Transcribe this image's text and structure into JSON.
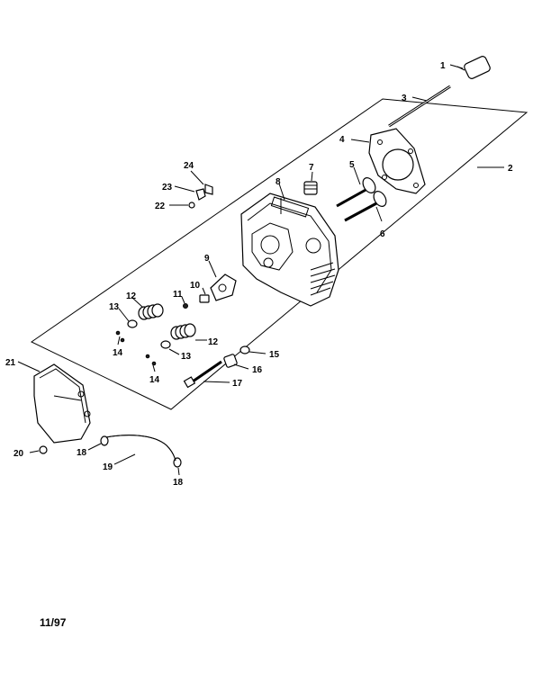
{
  "labels": {
    "p1": "1",
    "p2": "2",
    "p3": "3",
    "p4": "4",
    "p5": "5",
    "p6": "6",
    "p7": "7",
    "p8": "8",
    "p9": "9",
    "p10": "10",
    "p11": "11",
    "p12a": "12",
    "p12b": "12",
    "p13a": "13",
    "p13b": "13",
    "p14a": "14",
    "p14b": "14",
    "p15": "15",
    "p16": "16",
    "p17": "17",
    "p18a": "18",
    "p18b": "18",
    "p19": "19",
    "p20": "20",
    "p21": "21",
    "p22": "22",
    "p23": "23",
    "p24": "24"
  },
  "footer": {
    "date": "11/97"
  }
}
